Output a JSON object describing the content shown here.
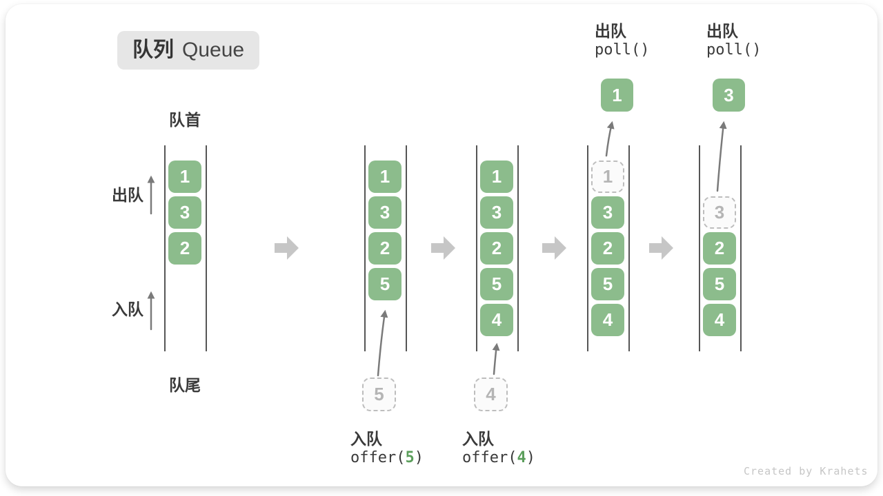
{
  "title": {
    "zh": "队列",
    "en": "Queue"
  },
  "labels": {
    "front": "队首",
    "rear": "队尾",
    "dequeue": "出队",
    "enqueue": "入队",
    "watermark": "Created by Krahets"
  },
  "colors": {
    "green": "#8CBC8C",
    "arg_green": "#5B9E5B",
    "arrow_gray": "#C6C6C6",
    "line": "#555555",
    "text": "#3A3A3A",
    "muted": "#B5B5B5",
    "badge_bg": "#E6E6E6"
  },
  "states": [
    {
      "items": [
        {
          "v": "1",
          "slot": 0,
          "style": "solid"
        },
        {
          "v": "3",
          "slot": 1,
          "style": "solid"
        },
        {
          "v": "2",
          "slot": 2,
          "style": "solid"
        }
      ]
    },
    {
      "items": [
        {
          "v": "1",
          "slot": 0,
          "style": "solid"
        },
        {
          "v": "3",
          "slot": 1,
          "style": "solid"
        },
        {
          "v": "2",
          "slot": 2,
          "style": "solid"
        },
        {
          "v": "5",
          "slot": 3,
          "style": "solid"
        }
      ],
      "incoming": {
        "v": "5"
      },
      "op": {
        "label": "入队",
        "fn_open": "offer(",
        "arg": "5",
        "fn_close": ")",
        "position": "bottom"
      }
    },
    {
      "items": [
        {
          "v": "1",
          "slot": 0,
          "style": "solid"
        },
        {
          "v": "3",
          "slot": 1,
          "style": "solid"
        },
        {
          "v": "2",
          "slot": 2,
          "style": "solid"
        },
        {
          "v": "5",
          "slot": 3,
          "style": "solid"
        },
        {
          "v": "4",
          "slot": 4,
          "style": "solid"
        }
      ],
      "incoming": {
        "v": "4"
      },
      "op": {
        "label": "入队",
        "fn_open": "offer(",
        "arg": "4",
        "fn_close": ")",
        "position": "bottom"
      }
    },
    {
      "items": [
        {
          "v": "1",
          "slot": 0,
          "style": "dashed"
        },
        {
          "v": "3",
          "slot": 1,
          "style": "solid"
        },
        {
          "v": "2",
          "slot": 2,
          "style": "solid"
        },
        {
          "v": "5",
          "slot": 3,
          "style": "solid"
        },
        {
          "v": "4",
          "slot": 4,
          "style": "solid"
        }
      ],
      "outgoing": {
        "v": "1"
      },
      "op": {
        "label": "出队",
        "code": "poll()",
        "position": "top"
      }
    },
    {
      "items": [
        {
          "v": "3",
          "slot": 1,
          "style": "dashed"
        },
        {
          "v": "2",
          "slot": 2,
          "style": "solid"
        },
        {
          "v": "5",
          "slot": 3,
          "style": "solid"
        },
        {
          "v": "4",
          "slot": 4,
          "style": "solid"
        }
      ],
      "outgoing": {
        "v": "3"
      },
      "op": {
        "label": "出队",
        "code": "poll()",
        "position": "top"
      }
    }
  ]
}
